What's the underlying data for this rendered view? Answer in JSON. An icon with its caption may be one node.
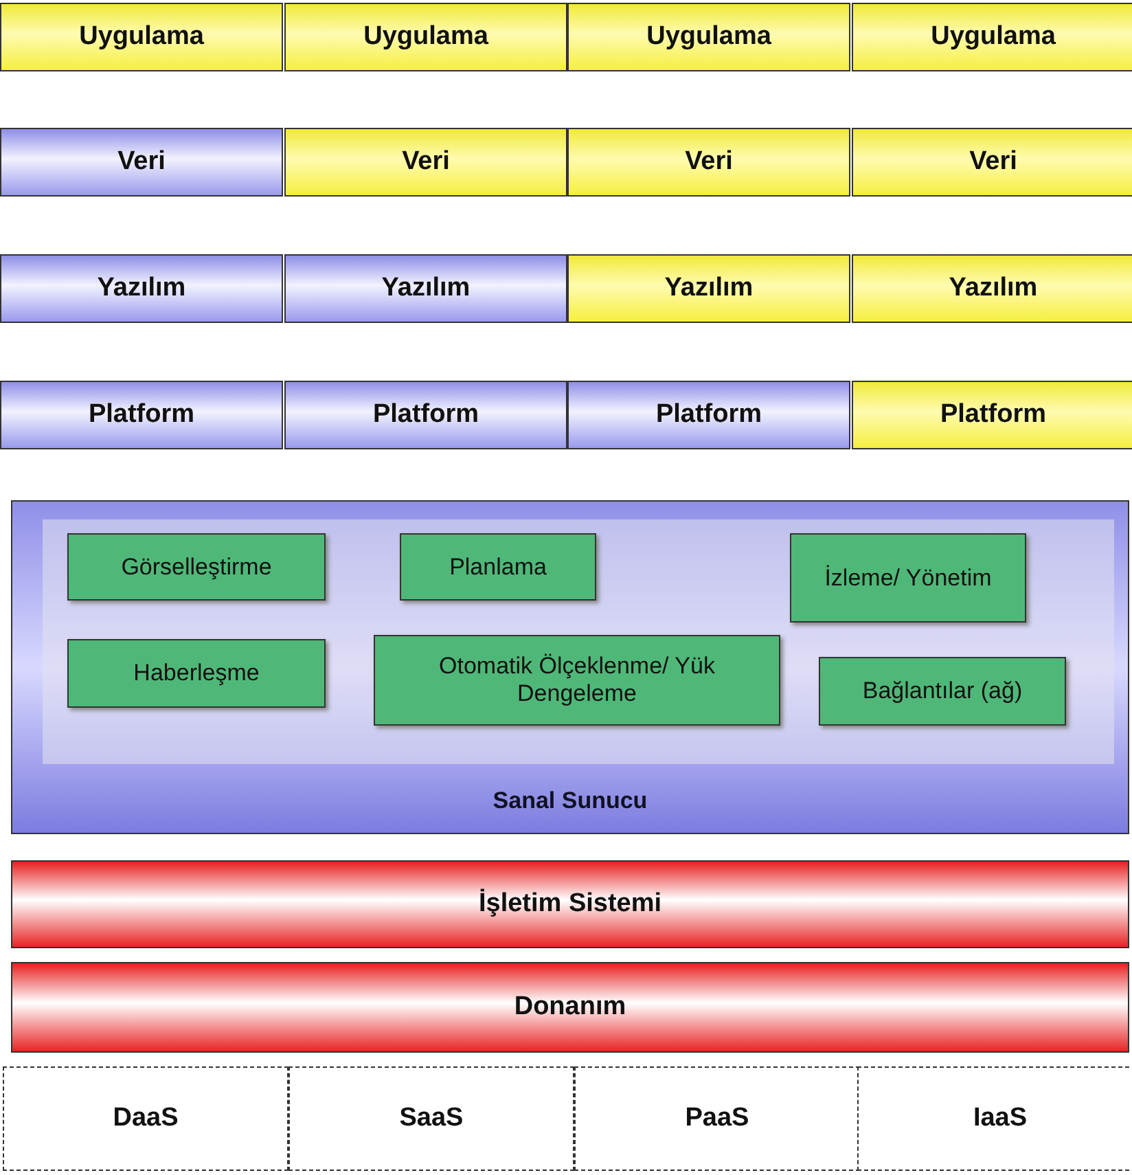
{
  "diagram": {
    "nodes": [
      {
        "text": [
          "Uygulama"
        ]
      },
      {
        "text": [
          "Uygulama"
        ]
      },
      {
        "text": [
          "Uygulama"
        ]
      },
      {
        "text": [
          "Uygulama"
        ]
      },
      {
        "text": [
          "Veri"
        ]
      },
      {
        "text": [
          "Veri"
        ]
      },
      {
        "text": [
          "Veri"
        ]
      },
      {
        "text": [
          "Veri"
        ]
      },
      {
        "text": [
          "Yazılım"
        ]
      },
      {
        "text": [
          "Yazılım"
        ]
      },
      {
        "text": [
          "Yazılım"
        ]
      },
      {
        "text": [
          "Yazılım"
        ]
      },
      {
        "text": [
          "Platform"
        ]
      },
      {
        "text": [
          "Platform"
        ]
      },
      {
        "text": [
          "Platform"
        ]
      },
      {
        "text": [
          "Platform"
        ]
      },
      {
        "text": [
          "Sanal Sunucu"
        ]
      },
      {
        "text": [
          "Görselleştirme"
        ],
        "in": 16
      },
      {
        "text": [
          "Planlama"
        ],
        "in": 16
      },
      {
        "text": [
          "İzleme/ Yönetim"
        ],
        "in": 16
      },
      {
        "text": [
          "Haberleşme"
        ],
        "in": 16
      },
      {
        "text": [
          "Otomatik Ölçeklenme/ Yük Dengeleme"
        ],
        "in": 16
      },
      {
        "text": [
          "Bağlantılar (ağ)"
        ],
        "in": 16
      },
      {
        "text": [
          "İşletim Sistemi"
        ]
      },
      {
        "text": [
          "Donanım"
        ]
      },
      {
        "text": [
          "DaaS"
        ]
      },
      {
        "text": [
          "SaaS"
        ]
      },
      {
        "text": [
          "PaaS"
        ]
      },
      {
        "text": [
          "IaaS"
        ]
      }
    ]
  }
}
